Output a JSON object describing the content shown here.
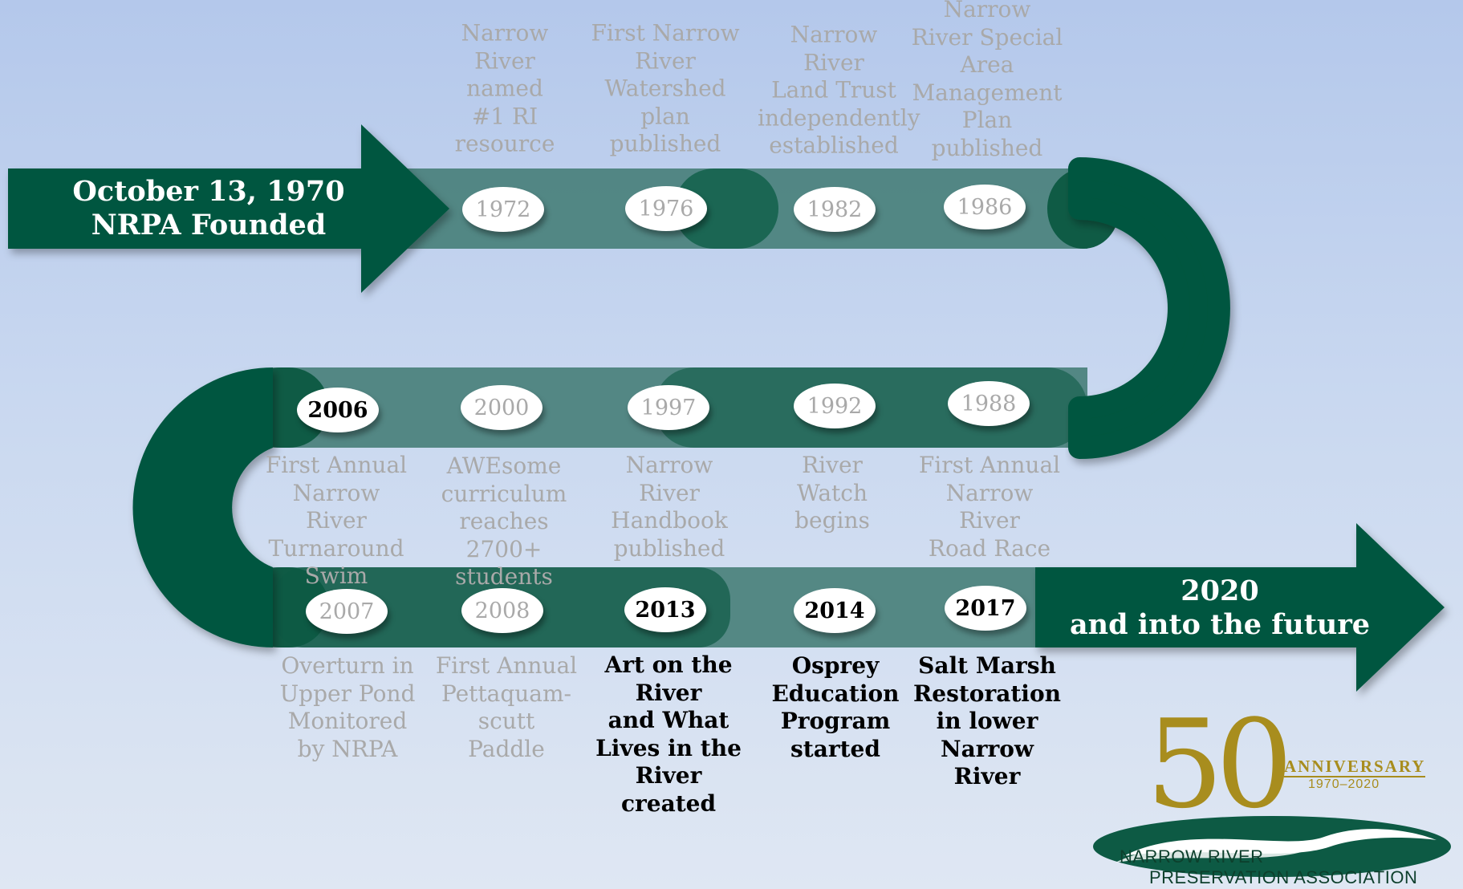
{
  "colors": {
    "arrow_green": "#02573f",
    "track_green": "#49807b",
    "badge_white": "#ffffff",
    "muted_text": "#a9a9a9",
    "dark_text": "#000000",
    "logo_gold": "#a88d1e",
    "logo_green": "#0d3f2c"
  },
  "start_banner": {
    "line1": "October 13, 1970",
    "line2": "NRPA Founded"
  },
  "end_banner": {
    "line1": "2020",
    "line2": "and into the future"
  },
  "milestones": [
    {
      "year": "1972",
      "caption": "Narrow\nRiver\nnamed\n#1 RI\nresource",
      "highlighted": false
    },
    {
      "year": "1976",
      "caption": "First Narrow\nRiver\nWatershed\nplan\npublished",
      "highlighted": false
    },
    {
      "year": "1982",
      "caption": "Narrow River\nLand Trust\nindependently\nestablished",
      "highlighted": false
    },
    {
      "year": "1986",
      "caption": "Narrow\nRiver Special\nArea\nManagement\nPlan\npublished",
      "highlighted": false
    },
    {
      "year": "1988",
      "caption": "First Annual\nNarrow River\nRoad Race",
      "highlighted": false
    },
    {
      "year": "1992",
      "caption": "River\nWatch\nbegins",
      "highlighted": false
    },
    {
      "year": "1997",
      "caption": "Narrow\nRiver\nHandbook\npublished",
      "highlighted": false
    },
    {
      "year": "2000",
      "caption": "AWEsome\ncurriculum\nreaches 2700+\nstudents",
      "highlighted": false
    },
    {
      "year": "2006",
      "caption": "First Annual\nNarrow River\nTurnaround\nSwim",
      "highlighted": true
    },
    {
      "year": "2007",
      "caption": "Overturn in\nUpper Pond\nMonitored\nby NRPA",
      "highlighted": false
    },
    {
      "year": "2008",
      "caption": "First Annual\nPettaquam-\nscutt\nPaddle",
      "highlighted": false
    },
    {
      "year": "2013",
      "caption": "Art on the\nRiver\nand What\nLives in the\nRiver\ncreated",
      "highlighted": true
    },
    {
      "year": "2014",
      "caption": "Osprey\nEducation\nProgram\nstarted",
      "highlighted": true
    },
    {
      "year": "2017",
      "caption": "Salt Marsh\nRestoration\nin lower\nNarrow\nRiver",
      "highlighted": true
    }
  ],
  "logo": {
    "number": "50",
    "anniversary": "ANNIVERSARY",
    "years": "1970–2020",
    "name_line1": "NARROW RIVER",
    "name_line2": "PRESERVATION ASSOCIATION"
  }
}
